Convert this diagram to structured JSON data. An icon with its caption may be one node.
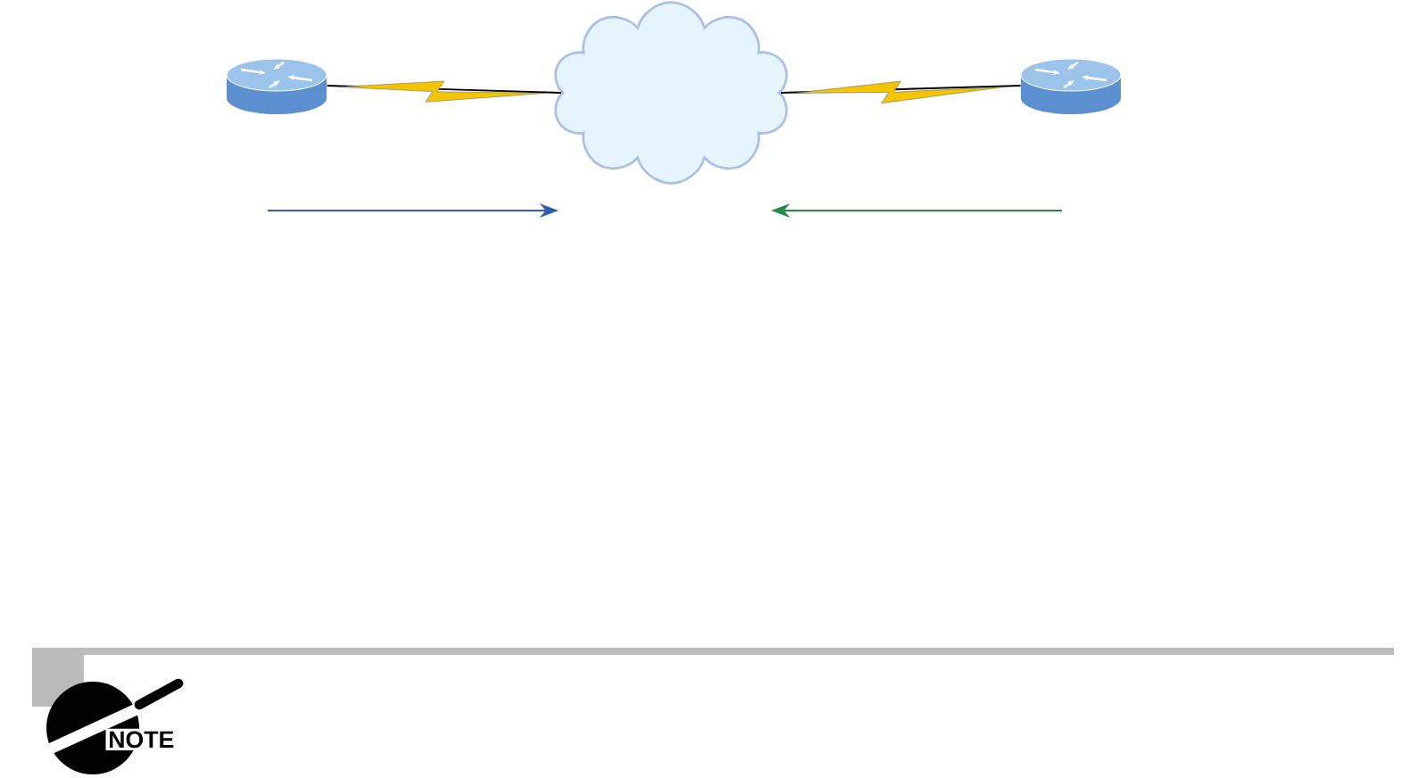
{
  "diagram": {
    "nodes": [
      {
        "text": [],
        "shape": "router"
      },
      {
        "text": [],
        "shape": "cloud"
      },
      {
        "text": [],
        "shape": "router"
      }
    ],
    "edges": [
      {
        "from": 0,
        "to": 1,
        "arrow": "none"
      },
      {
        "from": 1,
        "to": 2,
        "arrow": "none"
      }
    ],
    "labels": [
      "NOTE"
    ]
  }
}
